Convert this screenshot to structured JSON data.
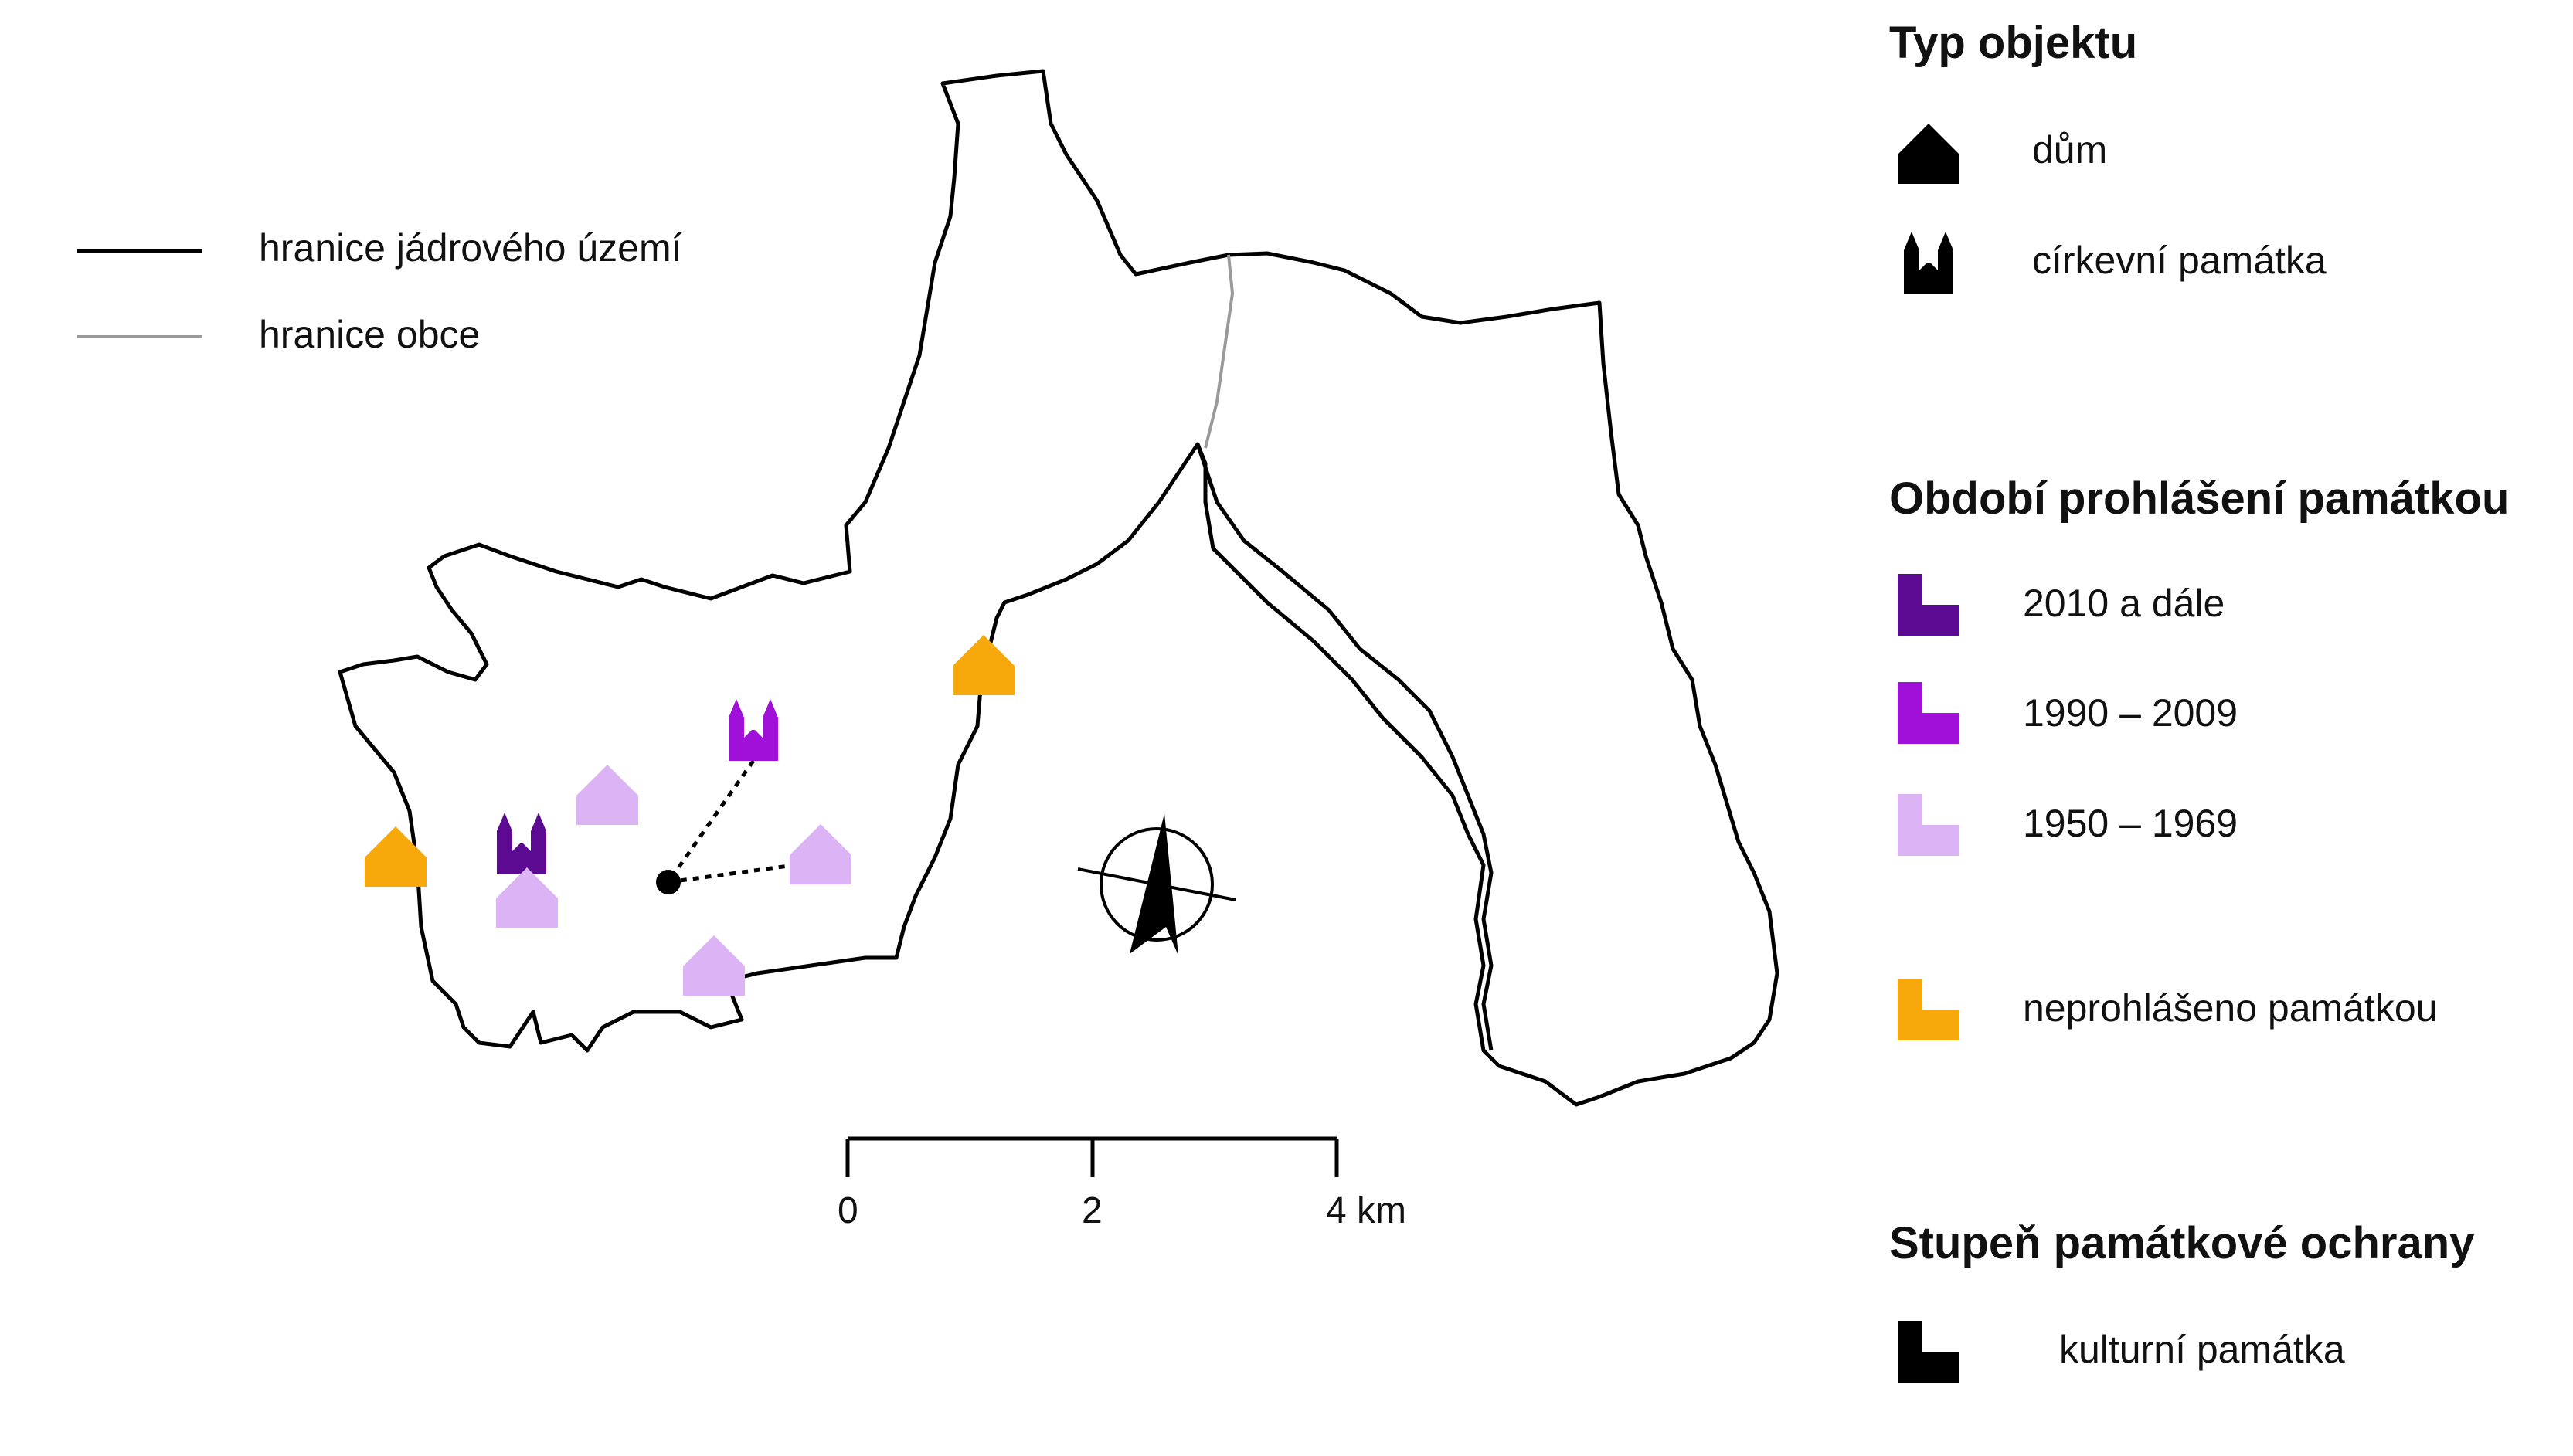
{
  "line_legend": {
    "core_boundary": "hranice jádrového území",
    "municipality_boundary": "hranice obce"
  },
  "legend": {
    "type_heading": "Typ objektu",
    "house": "dům",
    "church": "církevní památka",
    "period_heading": "Období prohlášení památkou",
    "period_2010": "2010 a dále",
    "period_1990": "1990 – 2009",
    "period_1950": "1950 – 1969",
    "not_declared": "neprohlášeno památkou",
    "protection_heading": "Stupeň památkové ochrany",
    "cultural_monument": "kulturní památka"
  },
  "scale_bar": {
    "labels": [
      "0",
      "2",
      "4 km"
    ]
  },
  "colors": {
    "period_2010": "#5b0a91",
    "period_1990": "#a010d8",
    "period_1950": "#dcb4f5",
    "not_declared": "#f7a90b",
    "boundary": "#000000",
    "municipality": "#9a9a9a"
  },
  "icons": {
    "north_arrow": "north-arrow-icon",
    "house": "house-icon",
    "church": "church-icon",
    "monument": "l-shape-icon"
  }
}
